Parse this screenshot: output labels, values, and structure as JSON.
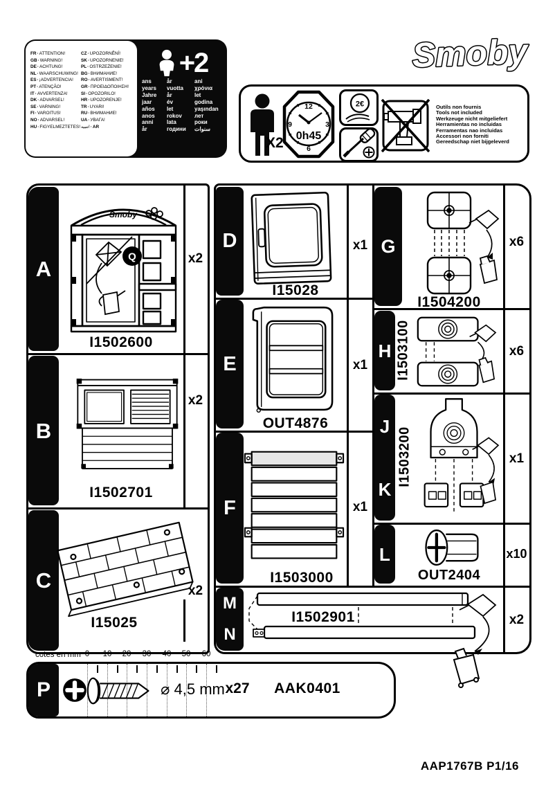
{
  "page": {
    "footer_ref": "AAP1767B P1/16"
  },
  "brand": {
    "logo_text": "Smoby"
  },
  "warning_box": {
    "languages_col1": [
      {
        "code": "FR",
        "text": "ATTENTION!"
      },
      {
        "code": "GB",
        "text": "WARNING!"
      },
      {
        "code": "DE",
        "text": "ACHTUNG!"
      },
      {
        "code": "NL",
        "text": "WAARSCHUWING!"
      },
      {
        "code": "ES",
        "text": "¡ADVERTENCIA!"
      },
      {
        "code": "PT",
        "text": "ATENÇÃO!"
      },
      {
        "code": "IT",
        "text": "AVVERTENZA!"
      },
      {
        "code": "DK",
        "text": "ADVARSEL!"
      },
      {
        "code": "SE",
        "text": "VARNING!"
      },
      {
        "code": "FI",
        "text": "VAROITUS!"
      },
      {
        "code": "NO",
        "text": "ADVARSEL!"
      },
      {
        "code": "HU",
        "text": "FIGYELMEZTETES!"
      }
    ],
    "languages_col2": [
      {
        "code": "CZ",
        "text": "UPOZORNĚNÍ!"
      },
      {
        "code": "SK",
        "text": "UPOZORNENIE!"
      },
      {
        "code": "PL",
        "text": "OSTRZEŻENIE!"
      },
      {
        "code": "BG",
        "text": "ВНИМАНИЕ!"
      },
      {
        "code": "RO",
        "text": "AVERTISMENT!"
      },
      {
        "code": "GR",
        "text": "ΠΡΟΕΙΔΟΠΟΙΗΣΗ!"
      },
      {
        "code": "SI",
        "text": "OPOZORILO!"
      },
      {
        "code": "HR",
        "text": "UPOZORENJE!"
      },
      {
        "code": "TR",
        "text": "UYARI!"
      },
      {
        "code": "RU",
        "text": "ВНИМАНИЕ!"
      },
      {
        "code": "UA",
        "text": "УВАГА!"
      },
      {
        "code": "AR",
        "text": "تنبيه!"
      }
    ],
    "age_label": "+2",
    "age_words": {
      "col1": [
        "ans",
        "years",
        "Jahre",
        "jaar",
        "años",
        "anos",
        "anni",
        "år"
      ],
      "col2": [
        "år",
        "vuotta",
        "år",
        "év",
        "let",
        "rokov",
        "lata",
        "години"
      ],
      "col3": [
        "ani",
        "χρόνια",
        "let",
        "godina",
        "yaşından",
        "лет",
        "роки",
        "سنوات"
      ]
    }
  },
  "info_box": {
    "people_count": "X2",
    "clock": {
      "time": "0h45",
      "n12": "12",
      "n3": "3",
      "n6": "6",
      "n9": "9"
    },
    "coin_label": "2€",
    "tools_note": [
      "Outils non  fournis",
      "Tools not included",
      "Werkzeuge nicht mitgeliefert",
      "Herramientas no incluidas",
      "Ferramentas nao incluidas",
      "Accessori non forniti",
      "Gereedschap niet bijgeleverd"
    ]
  },
  "parts_list": {
    "a": {
      "letter": "A",
      "ref": "I1502600",
      "qty": "x2",
      "q_badge": "Q",
      "smoby_small": "Smoby"
    },
    "b": {
      "letter": "B",
      "ref": "I1502701",
      "qty": "x2"
    },
    "c": {
      "letter": "C",
      "ref": "I15025",
      "qty": "x2"
    },
    "d": {
      "letter": "D",
      "ref": "I15028",
      "qty": "x1"
    },
    "e": {
      "letter": "E",
      "ref": "OUT4876",
      "qty": "x1"
    },
    "f": {
      "letter": "F",
      "ref": "I1503000",
      "qty": "x1"
    },
    "g": {
      "letter": "G",
      "ref": "I1504200",
      "qty": "x6"
    },
    "h": {
      "letter": "H",
      "ref": "I1503100",
      "qty": "x6"
    },
    "jk": {
      "letter_j": "J",
      "letter_k": "K",
      "ref": "I1503200",
      "qty": "x1"
    },
    "l": {
      "letter": "L",
      "ref": "OUT2404",
      "qty": "x10"
    },
    "mn": {
      "letter_m": "M",
      "letter_n": "N",
      "ref": "I1502901",
      "qty": "x2"
    },
    "p": {
      "letter": "P",
      "ref": "AAK0401",
      "qty": "x27",
      "diameter": "⌀ 4,5 mm"
    }
  },
  "ruler": {
    "label": "cotes en mm",
    "ticks": [
      "0",
      "10",
      "20",
      "30",
      "40",
      "50",
      "60"
    ]
  }
}
